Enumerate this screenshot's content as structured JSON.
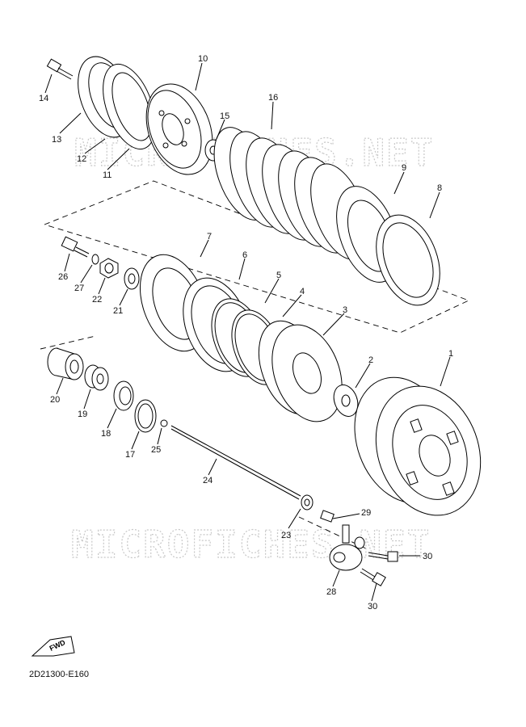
{
  "diagram": {
    "code": "2D21300-E160",
    "fwd_label": "FWD",
    "watermark_top": "MICROFICHES.NET",
    "watermark_bottom": "MICROFICHES.NET",
    "callouts": [
      {
        "id": "p1",
        "text": "1"
      },
      {
        "id": "p2",
        "text": "2"
      },
      {
        "id": "p3",
        "text": "3"
      },
      {
        "id": "p4",
        "text": "4"
      },
      {
        "id": "p5",
        "text": "5"
      },
      {
        "id": "p6",
        "text": "6"
      },
      {
        "id": "p7",
        "text": "7"
      },
      {
        "id": "p8",
        "text": "8"
      },
      {
        "id": "p9",
        "text": "9"
      },
      {
        "id": "p10",
        "text": "10"
      },
      {
        "id": "p11",
        "text": "11"
      },
      {
        "id": "p12",
        "text": "12"
      },
      {
        "id": "p13",
        "text": "13"
      },
      {
        "id": "p14",
        "text": "14"
      },
      {
        "id": "p15",
        "text": "15"
      },
      {
        "id": "p16",
        "text": "16"
      },
      {
        "id": "p17",
        "text": "17"
      },
      {
        "id": "p18",
        "text": "18"
      },
      {
        "id": "p19",
        "text": "19"
      },
      {
        "id": "p20",
        "text": "20"
      },
      {
        "id": "p21",
        "text": "21"
      },
      {
        "id": "p22",
        "text": "22"
      },
      {
        "id": "p23",
        "text": "23"
      },
      {
        "id": "p24",
        "text": "24"
      },
      {
        "id": "p25",
        "text": "25"
      },
      {
        "id": "p26",
        "text": "26"
      },
      {
        "id": "p27",
        "text": "27"
      },
      {
        "id": "p28",
        "text": "28"
      },
      {
        "id": "p29",
        "text": "29"
      },
      {
        "id": "p30a",
        "text": "30"
      },
      {
        "id": "p30b",
        "text": "30"
      }
    ]
  }
}
